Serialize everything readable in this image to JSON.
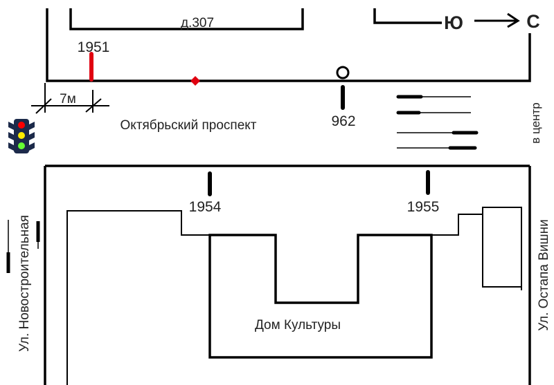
{
  "labels": {
    "building_307": "д.307",
    "stop_1951": "1951",
    "stop_962": "962",
    "stop_1954": "1954",
    "stop_1955": "1955",
    "distance": "7м",
    "avenue": "Октябрьский проспект",
    "to_center": "в центр",
    "street_left": "Ул. Новостроительная",
    "street_right": "Ул. Остапа Вишни",
    "culture_house": "Дом Культуры",
    "compass_from": "Ю",
    "compass_to": "С"
  },
  "colors": {
    "line": "#000000",
    "marker_red": "#e00010",
    "light_red": "#ff0000",
    "light_yellow": "#ffee00",
    "light_green": "#66ff33",
    "light_body": "#1c2a4a"
  }
}
